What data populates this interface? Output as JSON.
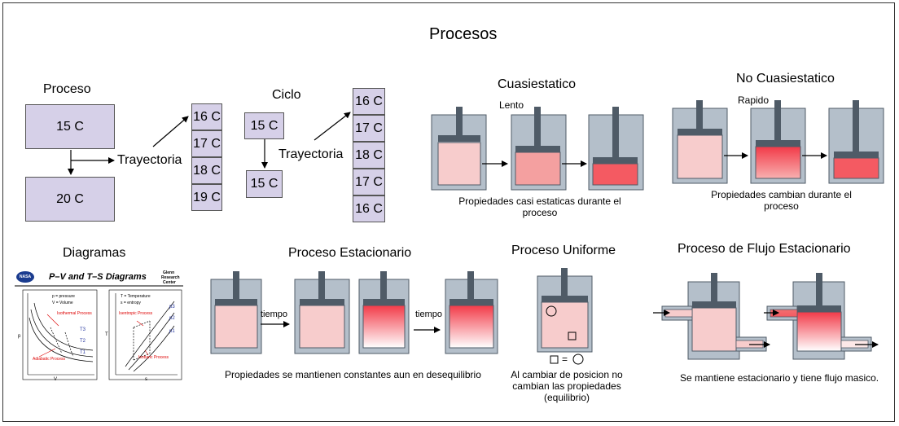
{
  "title": "Procesos",
  "proceso": {
    "heading": "Proceso",
    "box_top": "15 C",
    "box_bottom": "20 C",
    "trayectoria": "Trayectoria",
    "path_cells": [
      "16 C",
      "17 C",
      "18 C",
      "19 C"
    ]
  },
  "ciclo": {
    "heading": "Ciclo",
    "box_top": "15 C",
    "box_bottom": "15 C",
    "trayectoria": "Trayectoria",
    "path_cells": [
      "16 C",
      "17 C",
      "18 C",
      "17 C",
      "16 C"
    ]
  },
  "cuasiestatico": {
    "heading": "Cuasiestatico",
    "speed": "Lento",
    "caption": "Propiedades casi estaticas durante el proceso"
  },
  "no_cuasiestatico": {
    "heading": "No Cuasiestatico",
    "speed": "Rapido",
    "caption": "Propiedades cambian durante el proceso"
  },
  "diagramas": {
    "heading": "Diagramas",
    "logo": "NASA",
    "chart_title": "P–V and T–S Diagrams",
    "center": [
      "Glenn",
      "Research",
      "Center"
    ],
    "pv": {
      "legend": [
        "p = pressure",
        "V = Volume"
      ],
      "isothermal": "Isothermal Process",
      "adiabatic": "Adiabatic Process",
      "xlabel": "V",
      "ylabel": "p",
      "temps": [
        "T3",
        "T2",
        "T1"
      ]
    },
    "ts": {
      "legend": [
        "T = Temperature",
        "s = entropy"
      ],
      "isentropic": "Isentropic Process",
      "isobaric": "Isobaric Process",
      "xlabel": "s",
      "ylabel": "T",
      "pressures": [
        "p3",
        "p2",
        "p1"
      ]
    }
  },
  "estacionario": {
    "heading": "Proceso Estacionario",
    "tiempo_1": "tiempo",
    "tiempo_2": "tiempo",
    "caption": "Propiedades se mantienen constantes aun en desequilibrio"
  },
  "uniforme": {
    "heading": "Proceso Uniforme",
    "equals": "=",
    "caption": "Al cambiar de posicion no cambian las propiedades (equilibrio)"
  },
  "flujo": {
    "heading": "Proceso de Flujo Estacionario",
    "caption": "Se mantiene estacionario y tiene flujo masico."
  },
  "colors": {
    "box_fill": "#d6d0e8",
    "cylinder": "#b4bfca",
    "piston": "#4f5b67",
    "gas_light": "#f7cccc",
    "gas_mid": "#f4a0a0",
    "gas_hot": "#f45a62"
  }
}
